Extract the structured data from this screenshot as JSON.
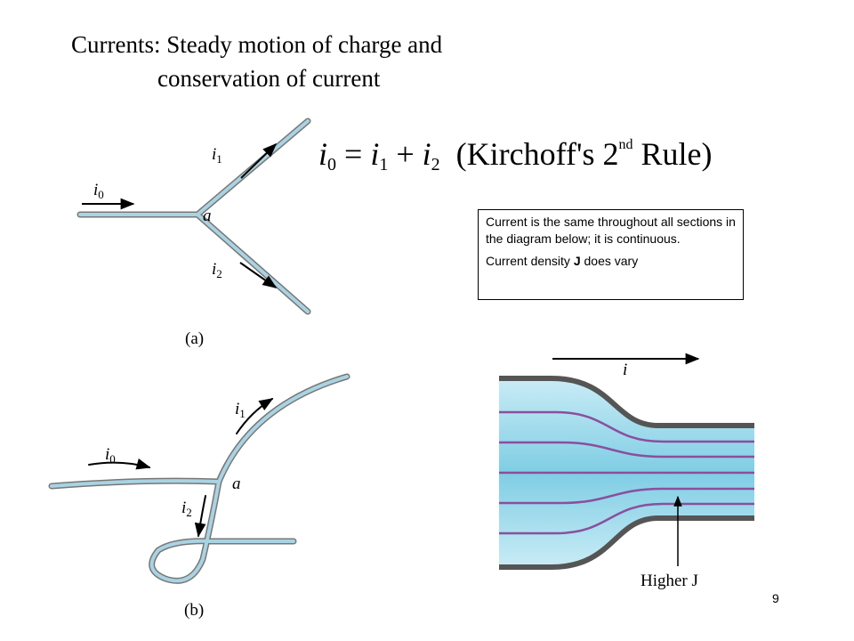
{
  "title": {
    "line1": "Currents: Steady motion of charge and",
    "line2": "conservation of current"
  },
  "formula": {
    "lhs": "i",
    "lhs_sub": "0",
    "equals": " = ",
    "t1": "i",
    "t1_sub": "1",
    "plus": " + ",
    "t2": "i",
    "t2_sub": "2",
    "rule_open": "  (Kirchoff's 2",
    "rule_sup": "nd",
    "rule_close": " Rule)"
  },
  "figure_a": {
    "i0": "i",
    "i0_sub": "0",
    "i1": "i",
    "i1_sub": "1",
    "i2": "i",
    "i2_sub": "2",
    "node": "a",
    "caption": "(a)"
  },
  "figure_b": {
    "i0": "i",
    "i0_sub": "0",
    "i1": "i",
    "i1_sub": "1",
    "i2": "i",
    "i2_sub": "2",
    "node": "a",
    "caption": "(b)"
  },
  "note": {
    "para1": "Current is the same throughout all sections in the diagram below; it is continuous.",
    "para2_pre": "Current density ",
    "para2_bold": "J",
    "para2_post": " does vary"
  },
  "flow": {
    "current_label": "i",
    "higher_label": "Higher J"
  },
  "page_number": "9",
  "colors": {
    "wire": "#9fc8d8",
    "wire_outline": "#777777",
    "flow_fill": "#8fd4e8",
    "flow_line": "#8a4f9e",
    "flow_wall": "#555555"
  }
}
